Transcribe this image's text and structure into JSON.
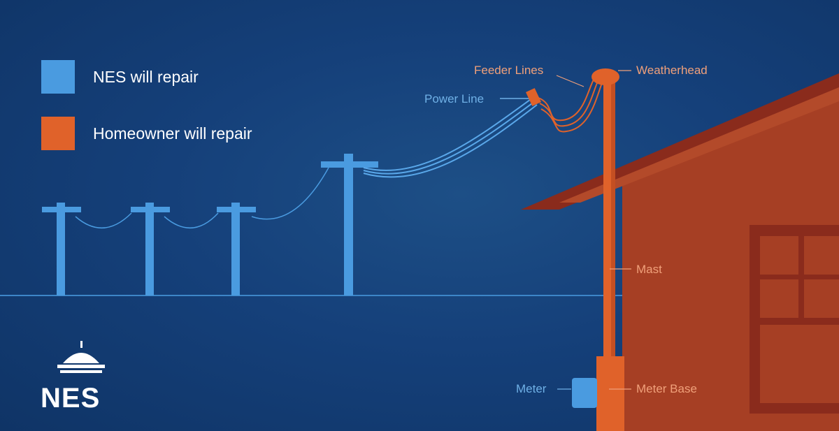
{
  "legend": [
    {
      "label": "NES will repair",
      "color": "#4a9be0"
    },
    {
      "label": "Homeowner will repair",
      "color": "#e0622a"
    }
  ],
  "labels": {
    "feeder_lines": "Feeder Lines",
    "weatherhead": "Weatherhead",
    "power_line": "Power Line",
    "mast": "Mast",
    "meter": "Meter",
    "meter_base": "Meter Base"
  },
  "logo": {
    "text": "NES"
  },
  "colors": {
    "nes": "#4a9be0",
    "homeowner": "#e0622a",
    "house": "#a63f24",
    "house_dark": "#8a2b1c",
    "background": "#15407a"
  }
}
